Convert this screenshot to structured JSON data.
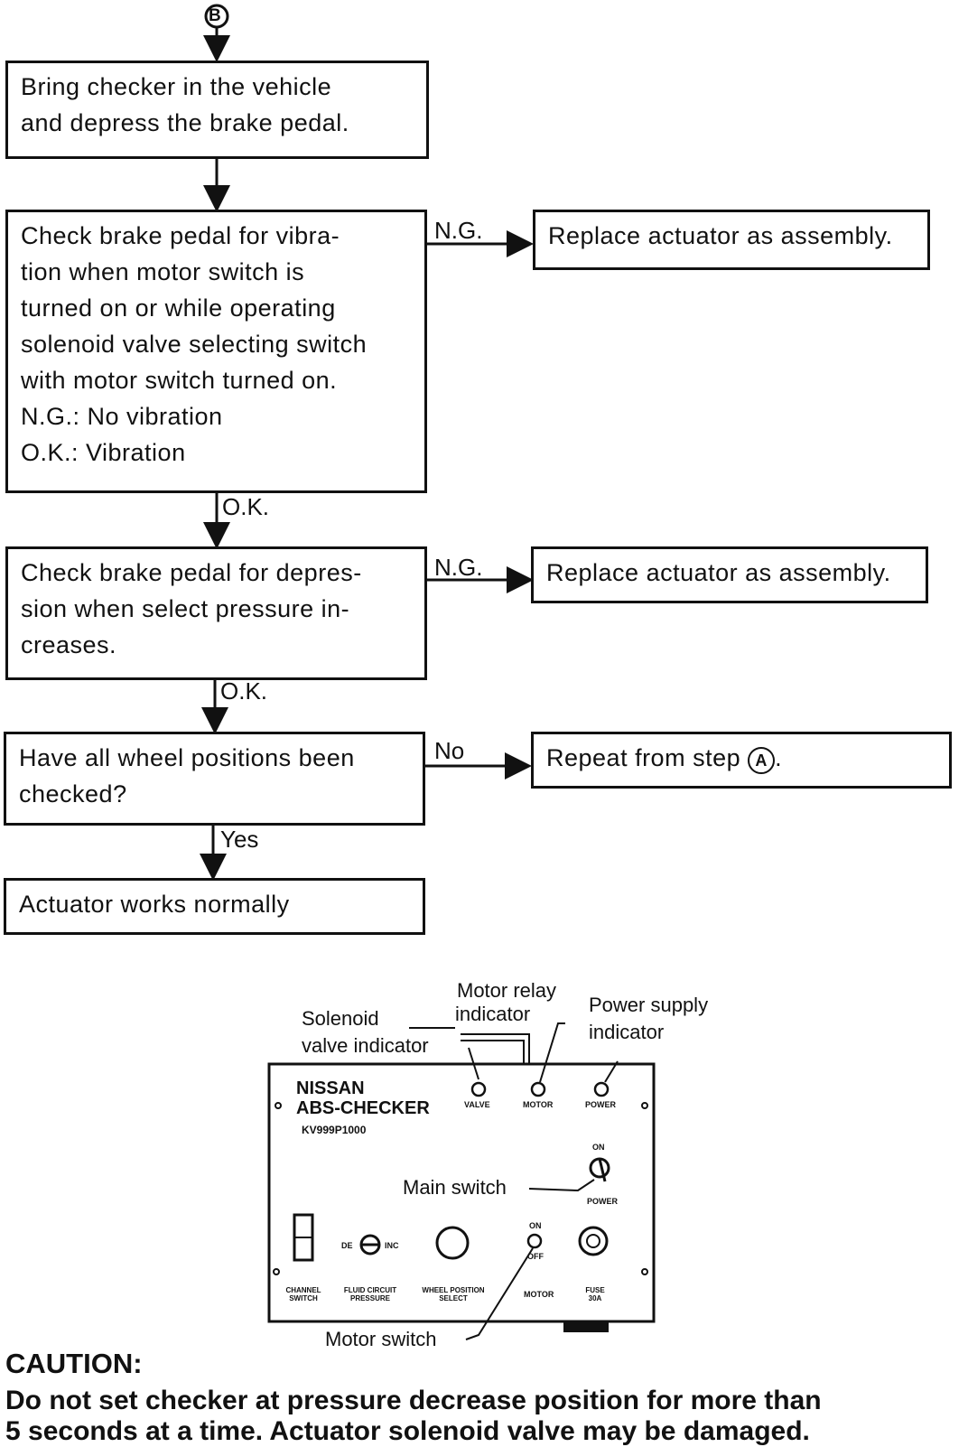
{
  "start_marker": "B",
  "steps": {
    "bring": [
      "Bring checker in the vehicle",
      "and depress the brake pedal."
    ],
    "check_vibration": [
      "Check brake pedal for vibra-",
      "tion when motor switch is",
      "turned on or while operating",
      "solenoid valve selecting switch",
      "with motor switch turned on.",
      "N.G.: No vibration",
      "O.K.: Vibration"
    ],
    "check_depression": [
      "Check brake pedal for depres-",
      "sion when select pressure in-",
      "creases."
    ],
    "all_wheels": [
      "Have all wheel positions been",
      "checked?"
    ],
    "works_normally": "Actuator works normally"
  },
  "results": {
    "replace_1": "Replace actuator as assembly.",
    "replace_2": "Replace actuator as assembly.",
    "repeat_prefix": "Repeat from step",
    "repeat_marker": "A",
    "repeat_suffix": "."
  },
  "edge_labels": {
    "ng_1": "N.G.",
    "ok_1": "O.K.",
    "ng_2": "N.G.",
    "ok_2": "O.K.",
    "no": "No",
    "yes": "Yes"
  },
  "checker": {
    "brand_1": "NISSAN",
    "brand_2": "ABS-CHECKER",
    "model": "KV999P1000",
    "ind_valve": "VALVE",
    "ind_motor": "MOTOR",
    "ind_power": "POWER",
    "main_on": "ON",
    "main_power": "POWER",
    "motor_on": "ON",
    "motor_off": "OFF",
    "motor_label": "MOTOR",
    "fuse_label": "FUSE 30A",
    "channel_switch": "CHANNEL SWITCH",
    "fluid_circuit": "FLUID CIRCUIT PRESSURE",
    "wheel_position": "WHEEL POSITION SELECT",
    "fluid_left": "DE",
    "fluid_right": "INC"
  },
  "callouts": {
    "motor_relay_1": "Motor relay",
    "motor_relay_2": "indicator",
    "power_supply_1": "Power supply",
    "power_supply_2": "indicator",
    "solenoid_1": "Solenoid",
    "solenoid_2": "valve indicator",
    "main_switch": "Main switch",
    "motor_switch": "Motor switch"
  },
  "caution": {
    "title": "CAUTION:",
    "line1": "Do not set checker at pressure decrease position for more than",
    "line2": "5 seconds at a time. Actuator solenoid valve may be damaged."
  }
}
